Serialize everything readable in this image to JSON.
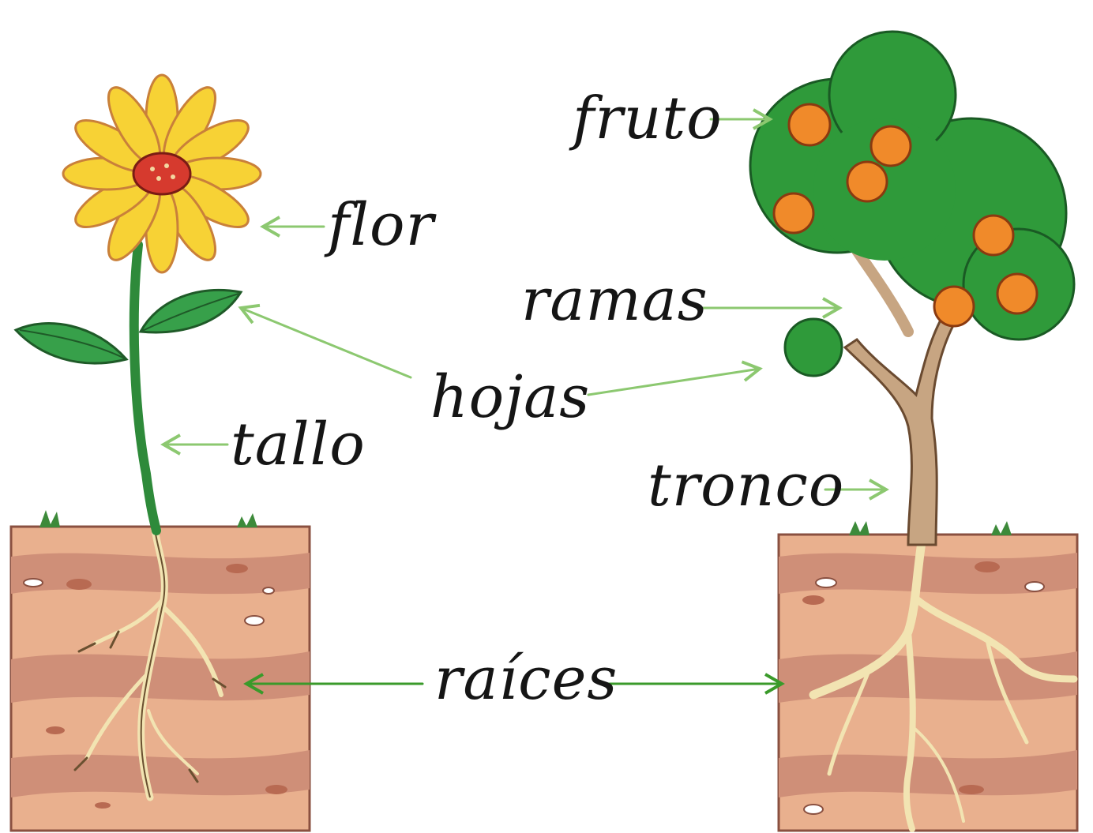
{
  "labels": {
    "flor": "flor",
    "hojas": "hojas",
    "tallo": "tallo",
    "fruto": "fruto",
    "ramas": "ramas",
    "tronco": "tronco",
    "raices": "raíces"
  },
  "colors": {
    "arrow_light": "#8cc870",
    "arrow_dark": "#3a9a2a",
    "soil_light": "#e9b08e",
    "soil_dark": "#c98770",
    "leaf": "#2f9a3a",
    "petal": "#f7d235",
    "flower_center": "#d63a2e",
    "fruit": "#f08a2a",
    "trunk": "#c7a582",
    "root": "#f2e4b2"
  }
}
